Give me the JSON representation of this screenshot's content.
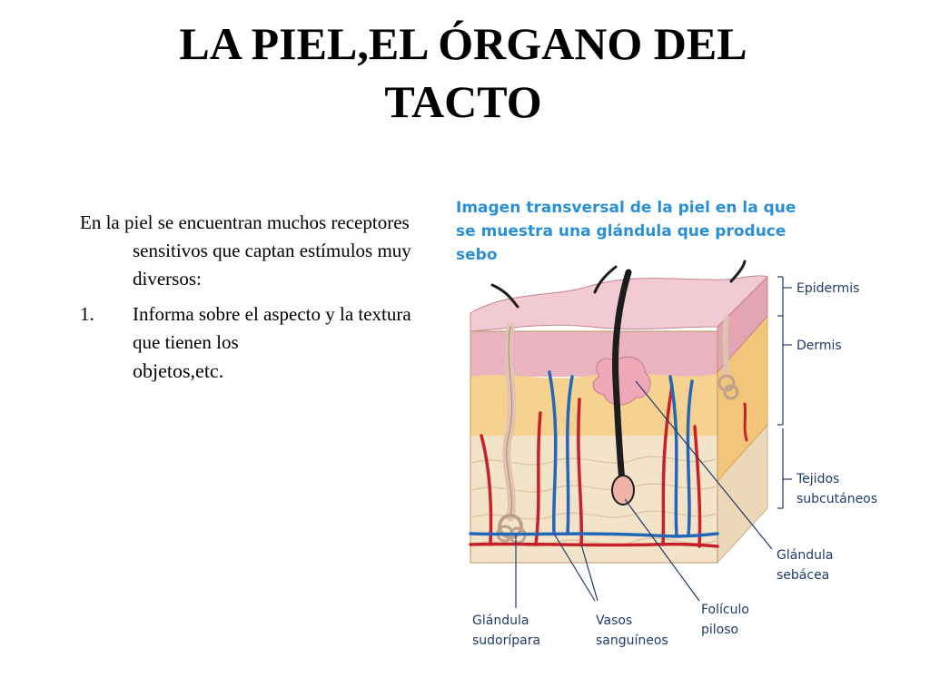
{
  "title_line1": "LA PIEL,EL ÓRGANO DEL",
  "title_line2": "TACTO",
  "intro": "En la piel se encuentran muchos receptores sensitivos que captan estímulos muy diversos:",
  "list": {
    "number": "1.",
    "text": "Informa sobre el aspecto y la textura que tienen los",
    "last_word": "objetos,etc."
  },
  "figure": {
    "caption_line1": "Imagen transversal de la piel en la que",
    "caption_line2": "se muestra una glándula que produce",
    "caption_line3": "sebo",
    "labels": {
      "epidermis": "Epidermis",
      "dermis": "Dermis",
      "subcut_1": "Tejidos",
      "subcut_2": "subcutáneos",
      "sebacea_1": "Glándula",
      "sebacea_2": "sebácea",
      "sudoripara_1": "Glándula",
      "sudoripara_2": "sudorípara",
      "vasos_1": "Vasos",
      "vasos_2": "sanguíneos",
      "foliculo_1": "Folículo",
      "foliculo_2": "piloso"
    },
    "colors": {
      "caption": "#2b8fd6",
      "label": "#223a6a",
      "epidermis": "#e9b3bf",
      "dermis": "#f5d28f",
      "subcutaneous": "#f3e3c9",
      "artery": "#c8202a",
      "vein": "#2467b8"
    }
  }
}
